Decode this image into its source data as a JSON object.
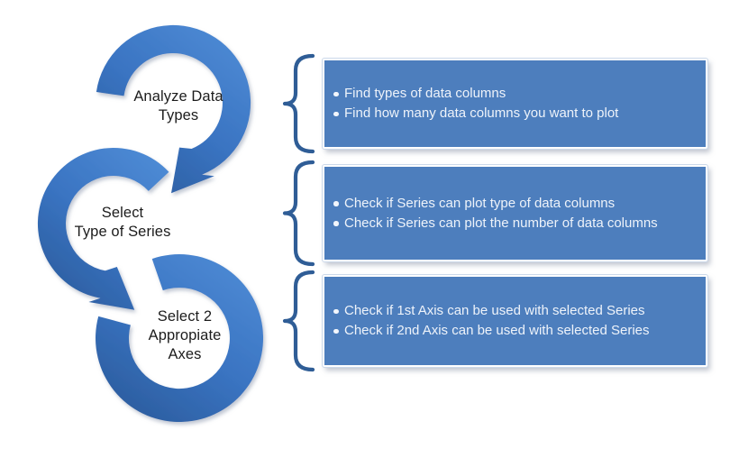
{
  "diagram": {
    "steps": [
      {
        "label_lines": [
          "Analyze Data",
          "Types"
        ],
        "bullets": [
          "Find types of data columns",
          "Find how many data columns you want to plot"
        ]
      },
      {
        "label_lines": [
          "Select",
          "Type of Series"
        ],
        "bullets": [
          "Check if Series can plot type of data columns",
          "Check if Series can plot the number of data columns"
        ]
      },
      {
        "label_lines": [
          "Select 2",
          "Appropiate",
          "Axes"
        ],
        "bullets": [
          "Check if 1st Axis can be used with selected Series",
          "Check if 2nd Axis can be used with selected Series"
        ]
      }
    ],
    "colors": {
      "box_fill": "#4d7ebd",
      "arrow_light": "#4e8bd5",
      "arrow_mid": "#3a74c2",
      "arrow_dark": "#2a5b9c",
      "brace": "#2f5d96",
      "step_label_text": "#1c1c1c",
      "box_text": "#eef3fa",
      "background": "#ffffff"
    }
  }
}
